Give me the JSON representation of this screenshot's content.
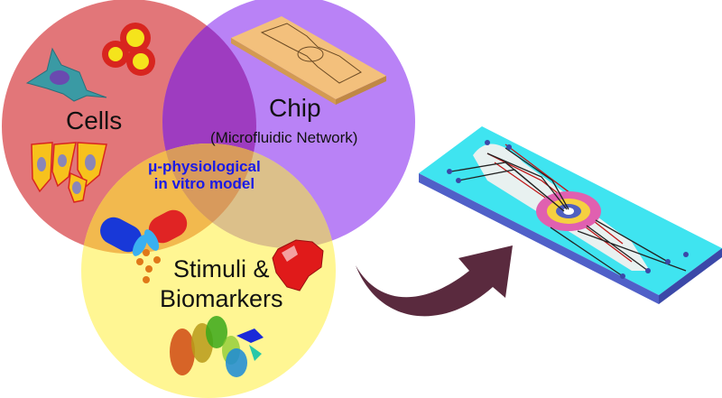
{
  "diagram": {
    "type": "venn",
    "sets": [
      {
        "id": "cells",
        "label": "Cells",
        "color": "#e06a6e"
      },
      {
        "id": "chip",
        "label": "Chip",
        "sublabel": "(Microfluidic Network)",
        "color": "#b57bf5"
      },
      {
        "id": "stimuli",
        "label_line1": "Stimuli &",
        "label_line2": "Biomarkers",
        "color": "#fff58a"
      }
    ],
    "intersection": {
      "line1": "μ-physiological",
      "line2": "in vitro model",
      "color": "#1a1ae6"
    },
    "arrow": {
      "color": "#5a2a3e",
      "direction": "right"
    },
    "result": {
      "description": "body-on-a-chip device",
      "plate_color": "#3fe4f0",
      "edge_color": "#5060c8"
    }
  }
}
